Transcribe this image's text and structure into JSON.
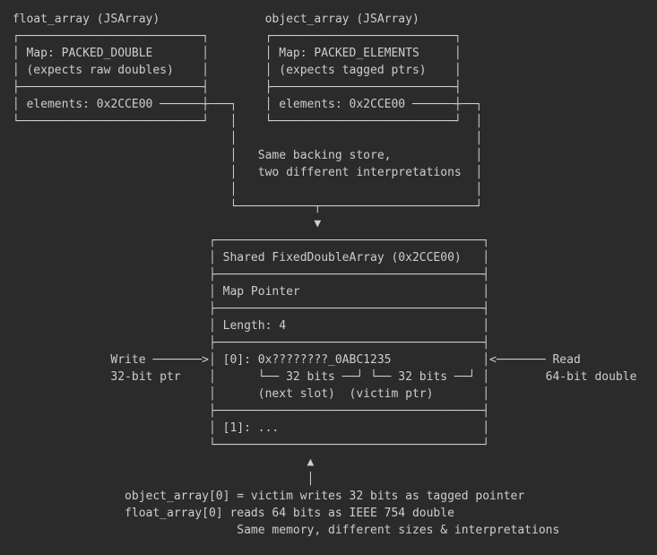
{
  "colors": {
    "background": "#2b2b2b",
    "text": "#cdcdcd"
  },
  "semantic": {
    "left_box": {
      "title": "float_array (JSArray)",
      "fields": [
        "Map: PACKED_DOUBLE",
        "(expects raw doubles)",
        "elements: 0x2CCE00"
      ]
    },
    "right_box": {
      "title": "object_array (JSArray)",
      "fields": [
        "Map: PACKED_ELEMENTS",
        "(expects tagged ptrs)",
        "elements: 0x2CCE00"
      ]
    },
    "funnel_note": [
      "Same backing store,",
      "two different interpretations"
    ],
    "shared_box": {
      "title": "Shared FixedDoubleArray (0x2CCE00)",
      "fields": [
        "Map Pointer",
        "Length: 4",
        "[0]: 0x????????_0ABC1235",
        "[1]: ..."
      ],
      "slot0_annotations": [
        "32 bits",
        "32 bits",
        "(next slot)",
        "(victim ptr)"
      ]
    },
    "write_annotation": [
      "Write",
      "32-bit ptr"
    ],
    "read_annotation": [
      "Read",
      "64-bit double"
    ],
    "footer_lines": [
      "object_array[0] = victim writes 32 bits as tagged pointer",
      "float_array[0] reads 64 bits as IEEE 754 double",
      "Same memory, different sizes & interpretations"
    ]
  },
  "diagram": {
    "rows": [
      " float_array (JSArray)               object_array (JSArray)",
      " ┌──────────────────────────┐        ┌──────────────────────────┐",
      " │ Map: PACKED_DOUBLE       │        │ Map: PACKED_ELEMENTS     │",
      " │ (expects raw doubles)    │        │ (expects tagged ptrs)    │",
      " ├──────────────────────────┤        ├──────────────────────────┤",
      " │ elements: 0x2CCE00 ──────┼───┐    │ elements: 0x2CCE00 ──────┼──┐",
      " └──────────────────────────┘   │    └──────────────────────────┘  │",
      "                                │                                  │",
      "                                │   Same backing store,            │",
      "                                │   two different interpretations  │",
      "                                │                                  │",
      "                                └───────────┬──────────────────────┘",
      "                                            ▼",
      "                             ┌──────────────────────────────────────┐",
      "                             │ Shared FixedDoubleArray (0x2CCE00)   │",
      "                             ├──────────────────────────────────────┤",
      "                             │ Map Pointer                          │",
      "                             ├──────────────────────────────────────┤",
      "                             │ Length: 4                            │",
      "                             ├──────────────────────────────────────┤",
      "               Write ───────>│ [0]: 0x????????_0ABC1235             │<─────── Read",
      "               32-bit ptr    │      └── 32 bits ──┘ └── 32 bits ──┘ │        64-bit double",
      "                             │      (next slot)  (victim ptr)       │",
      "                             ├──────────────────────────────────────┤",
      "                             │ [1]: ...                             │",
      "                             └──────────────────────────────────────┘",
      "                                           ▲",
      "                                           │",
      "                 object_array[0] = victim writes 32 bits as tagged pointer",
      "                 float_array[0] reads 64 bits as IEEE 754 double",
      "                                 Same memory, different sizes & interpretations"
    ]
  }
}
